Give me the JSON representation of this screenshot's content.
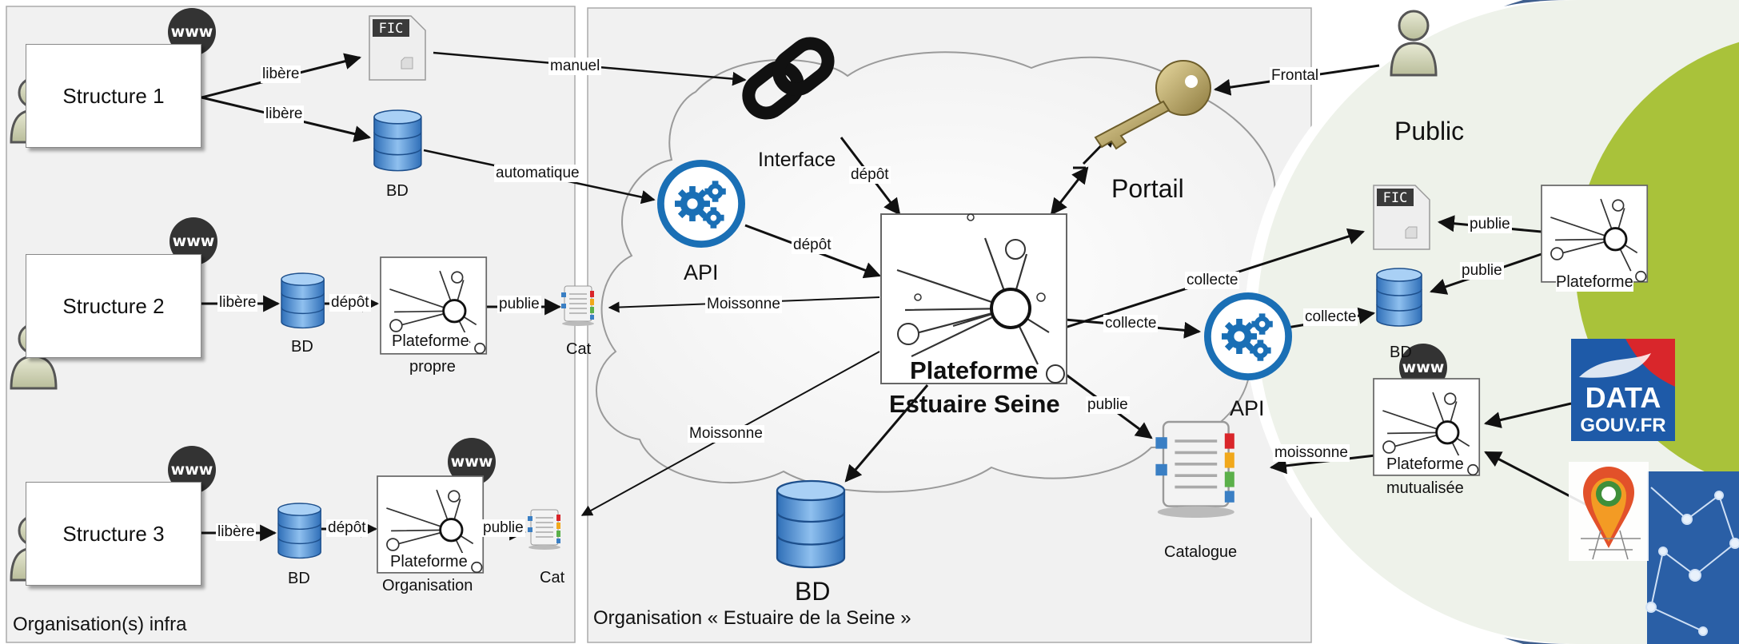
{
  "panels": {
    "left_title": "Organisation(s) infra",
    "center_title": "Organisation « Estuaire de la Seine »"
  },
  "structures": {
    "s1": "Structure 1",
    "s2": "Structure 2",
    "s3": "Structure 3"
  },
  "badges": {
    "www": "www"
  },
  "nodes": {
    "fic_label": "FIC",
    "bd": "BD",
    "interface": "Interface",
    "api": "API",
    "portail": "Portail",
    "public": "Public",
    "cat": "Cat",
    "catalogue": "Catalogue",
    "plateforme_line1": "Plateforme",
    "plateforme_propre": "propre",
    "plateforme_organisation": "Organisation",
    "plateforme_mutualisee": "mutualisée",
    "plateforme_right": "Plateforme",
    "main_platform_line1": "Plateforme",
    "main_platform_line2": "Estuaire Seine"
  },
  "edges": {
    "libere": "libère",
    "manuel": "manuel",
    "automatique": "automatique",
    "depot": "dépôt",
    "publie": "publie",
    "moissonne_cap": "Moissonne",
    "moissonne": "moissonne",
    "frontal": "Frontal",
    "collecte": "collecte"
  },
  "logos": {
    "data_line1": "DATA",
    "data_line2": "GOUV.FR"
  },
  "colors": {
    "api_blue": "#1a6fb5",
    "db_blue": "#4a8fd0",
    "navy_arc": "#3f5f8e",
    "lime": "#a9c23a",
    "data_gouv_blue": "#1e5aa8",
    "data_gouv_red": "#d9262b"
  }
}
